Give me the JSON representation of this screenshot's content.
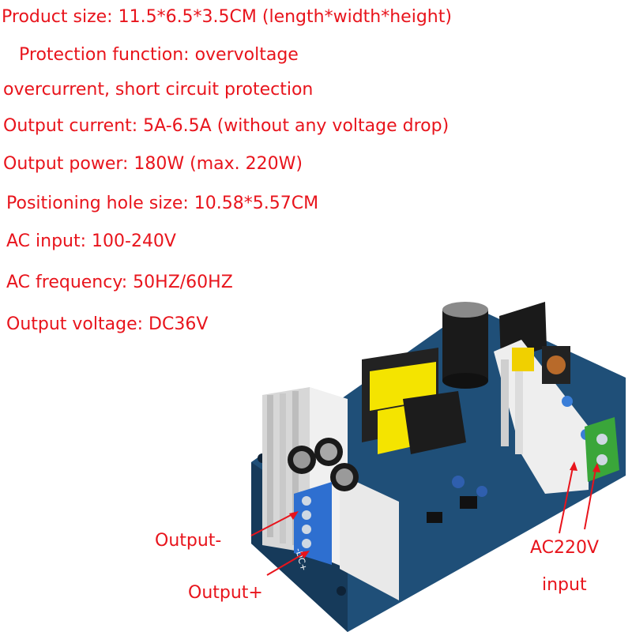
{
  "specs": [
    "Product size: 11.5*6.5*3.5CM (length*width*height)",
    "Protection function: overvoltage",
    "overcurrent, short circuit protection",
    "Output current: 5A-6.5A (without any voltage drop)",
    "Output power: 180W (max. 220W)",
    "Positioning hole size: 10.58*5.57CM",
    "AC input: 100-240V",
    "AC frequency: 50HZ/60HZ",
    "Output voltage: DC36V"
  ],
  "callouts": {
    "output_minus": "Output-",
    "output_plus": "Output+",
    "ac_line1": "AC220V",
    "ac_line2": "input"
  },
  "colors": {
    "text": "#e8141c",
    "pcb": "#1f4f78",
    "heatsink": "#e2e2e2",
    "transformer": "#f4e400",
    "terminal_output": "#2e6fd0",
    "terminal_input": "#3aa63a"
  },
  "board": {
    "output_terminal_label": "-DC+"
  }
}
